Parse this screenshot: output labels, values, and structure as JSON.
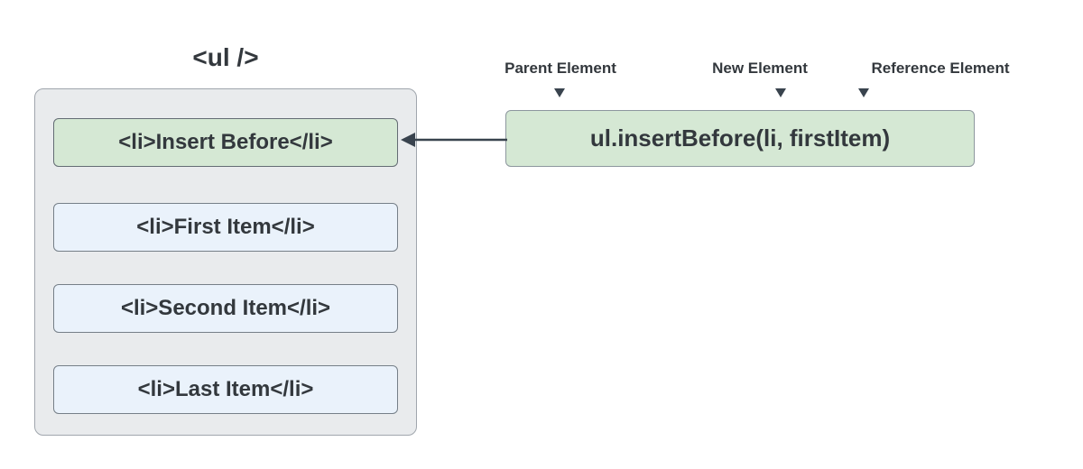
{
  "diagram": {
    "ul_title": "<ul />",
    "list": {
      "items": [
        {
          "label": "<li>Insert Before</li>",
          "variant": "green"
        },
        {
          "label": "<li>First Item</li>",
          "variant": "blue"
        },
        {
          "label": "<li>Second Item</li>",
          "variant": "blue"
        },
        {
          "label": "<li>Last Item</li>",
          "variant": "blue"
        }
      ]
    },
    "code_box": {
      "label": "ul.insertBefore(li, firstItem)"
    },
    "annotations": [
      {
        "label": "Parent Element",
        "target": "ul"
      },
      {
        "label": "New Element",
        "target": "li"
      },
      {
        "label": "Reference Element",
        "target": "firstItem"
      }
    ],
    "colors": {
      "container_fill": "#e9ebed",
      "container_border": "#a0a6ad",
      "item_blue_fill": "#eaf2fb",
      "item_border": "#767f88",
      "item_green_fill": "#d5e8d4",
      "item_green_border": "#646c74",
      "code_fill": "#d5e8d4",
      "code_border": "#8d979e",
      "arrow": "#39434e",
      "text": "#33383d"
    }
  }
}
